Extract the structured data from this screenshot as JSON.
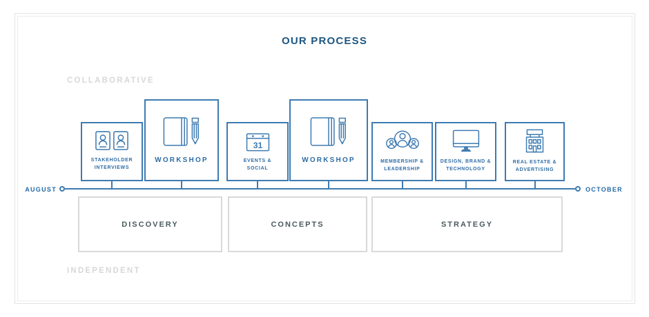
{
  "title": "OUR PROCESS",
  "zones": {
    "top": "COLLABORATIVE",
    "bottom": "INDEPENDENT"
  },
  "timeline": {
    "start_label": "AUGUST",
    "end_label": "OCTOBER",
    "calendar_day": "31",
    "boxes": [
      {
        "label": "STAKEHOLDER\nINTERVIEWS",
        "icon": "id-badges-icon"
      },
      {
        "label": "WORKSHOP",
        "icon": "notebook-pencil-icon"
      },
      {
        "label": "EVENTS &\nSOCIAL",
        "icon": "calendar-icon"
      },
      {
        "label": "WORKSHOP",
        "icon": "notebook-pencil-icon"
      },
      {
        "label": "MEMBERSHIP &\nLEADERSHIP",
        "icon": "group-icon"
      },
      {
        "label": "DESIGN, BRAND &\nTECHNOLOGY",
        "icon": "monitor-icon"
      },
      {
        "label": "REAL ESTATE &\nADVERTISING",
        "icon": "building-icon"
      }
    ]
  },
  "phases": [
    {
      "label": "DISCOVERY"
    },
    {
      "label": "CONCEPTS"
    },
    {
      "label": "STRATEGY"
    }
  ],
  "colors": {
    "accent_blue": "#3d7ab1",
    "title_blue": "#1d5680",
    "box_label_blue": "#2e6ca6",
    "month_blue": "#2368a4",
    "zone_gray": "#d8d8d8",
    "phase_border_gray": "#d9d9d9",
    "phase_text": "#4b5a5e",
    "frame_gray": "#e3e3e3"
  }
}
